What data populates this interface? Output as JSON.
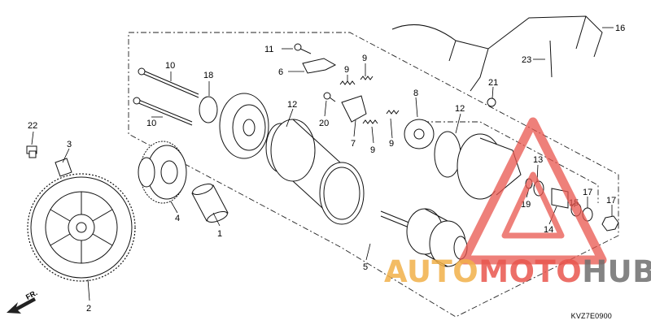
{
  "diagram": {
    "code": "KVZ7E0900",
    "direction_label": "FR.",
    "callouts": [
      {
        "id": "c1",
        "text": "1"
      },
      {
        "id": "c2",
        "text": "2"
      },
      {
        "id": "c3",
        "text": "3"
      },
      {
        "id": "c4",
        "text": "4"
      },
      {
        "id": "c5",
        "text": "5"
      },
      {
        "id": "c6",
        "text": "6"
      },
      {
        "id": "c7",
        "text": "7"
      },
      {
        "id": "c8",
        "text": "8"
      },
      {
        "id": "c9a",
        "text": "9"
      },
      {
        "id": "c9b",
        "text": "9"
      },
      {
        "id": "c9c",
        "text": "9"
      },
      {
        "id": "c9d",
        "text": "9"
      },
      {
        "id": "c10a",
        "text": "10"
      },
      {
        "id": "c10b",
        "text": "10"
      },
      {
        "id": "c11",
        "text": "11"
      },
      {
        "id": "c12a",
        "text": "12"
      },
      {
        "id": "c12b",
        "text": "12"
      },
      {
        "id": "c13",
        "text": "13"
      },
      {
        "id": "c14",
        "text": "14"
      },
      {
        "id": "c15",
        "text": "15"
      },
      {
        "id": "c16",
        "text": "16"
      },
      {
        "id": "c17a",
        "text": "17"
      },
      {
        "id": "c17b",
        "text": "17"
      },
      {
        "id": "c18",
        "text": "18"
      },
      {
        "id": "c19",
        "text": "19"
      },
      {
        "id": "c20",
        "text": "20"
      },
      {
        "id": "c21",
        "text": "21"
      },
      {
        "id": "c22",
        "text": "22"
      },
      {
        "id": "c23",
        "text": "23"
      }
    ]
  },
  "watermark": {
    "part1": "AUTO",
    "part2": "MOTO",
    "part3": "HUB",
    "colors": {
      "auto": "#f2b14a",
      "moto": "#e9564e",
      "hub": "#6f6f6f",
      "triangle": "#e9564e"
    }
  }
}
